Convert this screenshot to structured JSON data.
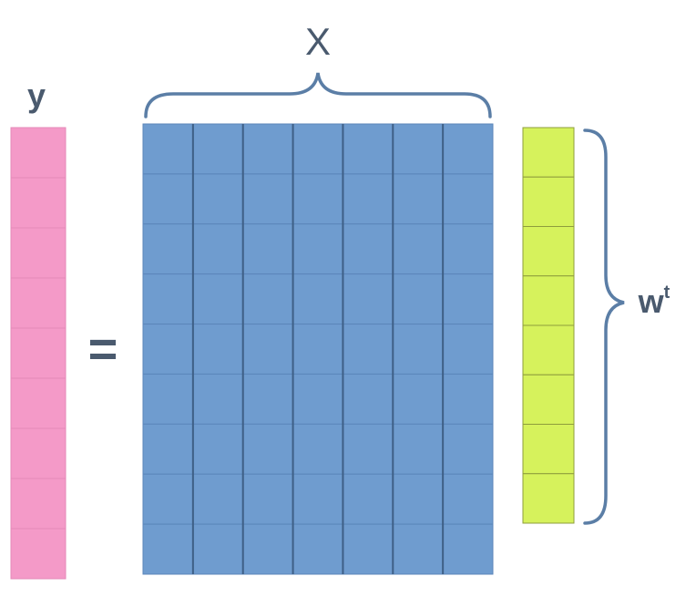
{
  "labels": {
    "y": "y",
    "equals": "=",
    "X": "X",
    "w": "w",
    "w_superscript": "t"
  },
  "vector_y": {
    "cells": 9,
    "color": "#f49ac8",
    "line_color": "#e489b8"
  },
  "matrix_X": {
    "rows": 9,
    "cols": 7,
    "color": "#6f9ccf",
    "col_line_color": "#3e5f86",
    "row_line_color": "#5b86ba"
  },
  "vector_w": {
    "cells": 8,
    "color": "#d6f25c",
    "line_color": "#8e9d3c"
  },
  "brace_color": "#5b7ea6"
}
